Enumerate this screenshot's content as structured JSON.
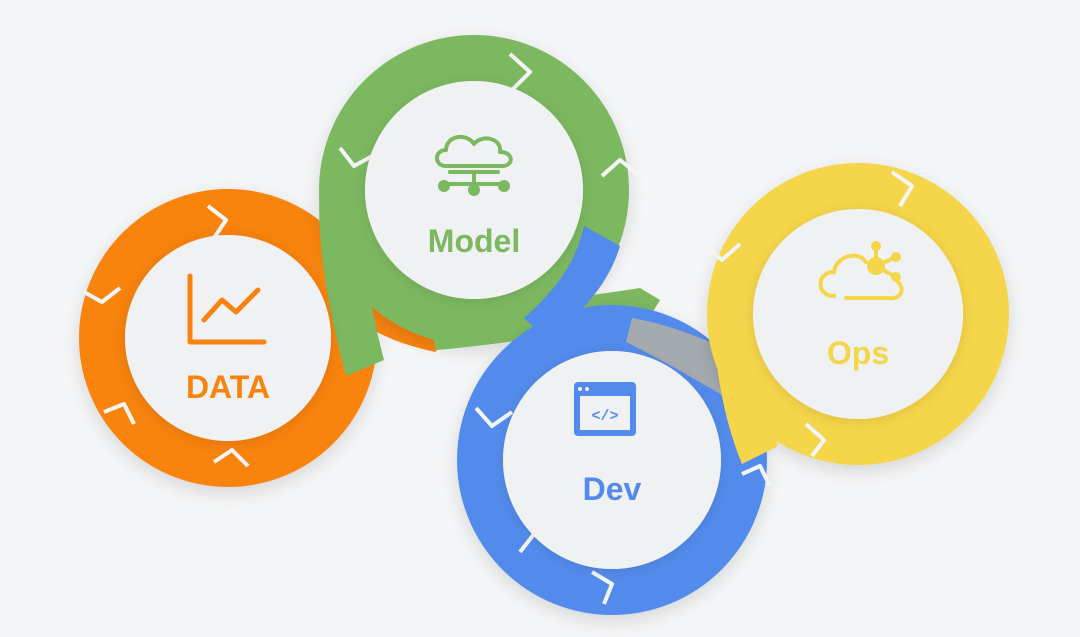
{
  "colors": {
    "background": "#f4f5f6",
    "data": "#f8830f",
    "model": "#7cb860",
    "dev": "#528bec",
    "ops": "#f5d54a",
    "connector": "#a4aaad",
    "disc": "#f0f1f2"
  },
  "stages": [
    {
      "key": "data",
      "label": "DATA",
      "icon": "line-chart-icon"
    },
    {
      "key": "model",
      "label": "Model",
      "icon": "cloud-network-icon"
    },
    {
      "key": "dev",
      "label": "Dev",
      "icon": "code-window-icon"
    },
    {
      "key": "ops",
      "label": "Ops",
      "icon": "cloud-hub-icon"
    }
  ]
}
